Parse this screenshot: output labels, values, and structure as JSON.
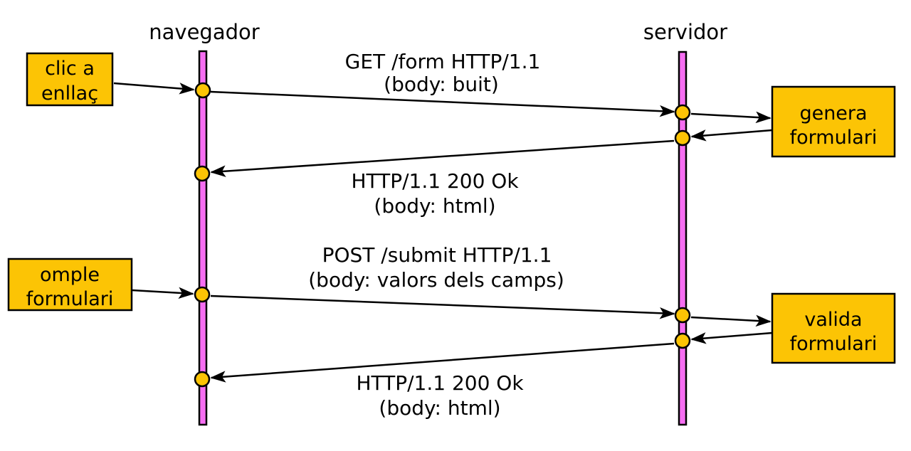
{
  "lifelines": [
    {
      "label": "navegador"
    },
    {
      "label": "servidor"
    }
  ],
  "actions": [
    {
      "line1": "clic a",
      "line2": "enllaç"
    },
    {
      "line1": "genera",
      "line2": "formulari"
    },
    {
      "line1": "omple",
      "line2": "formulari"
    },
    {
      "line1": "valida",
      "line2": "formulari"
    }
  ],
  "messages": [
    {
      "title": "GET /form HTTP/1.1",
      "body": "(body: buit)"
    },
    {
      "title": "HTTP/1.1 200 Ok",
      "body": "(body: html)"
    },
    {
      "title": "POST /submit HTTP/1.1",
      "body": "(body: valors dels camps)"
    },
    {
      "title": "HTTP/1.1 200 Ok",
      "body": "(body: html)"
    }
  ],
  "colors": {
    "lifeline_fill": "#F66EF2",
    "node_fill": "#FCC405",
    "action_fill": "#FCC405",
    "line": "#000000",
    "background": "#FFFFFF"
  }
}
